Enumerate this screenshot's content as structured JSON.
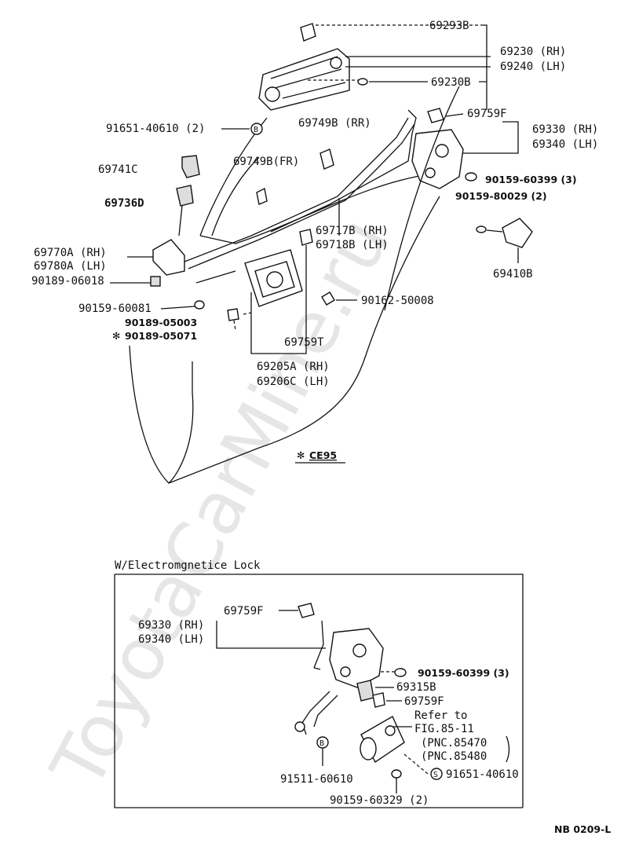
{
  "watermark": "ToyotaCarMine.ru",
  "labels": {
    "p69293B": "69293B",
    "p69230rh": "69230 (RH)",
    "p69240lh": "69240 (LH)",
    "p69230B": "69230B",
    "p69759F_top": "69759F",
    "p91651_top": "91651-40610 (2)",
    "p69749B_rr": "69749B (RR)",
    "p69330_top": "69330 (RH)",
    "p69340_top": "69340 (LH)",
    "p69749B_fr": "69749B(FR)",
    "p69741C": "69741C",
    "p90159_60399_top": "90159-60399 (3)",
    "p90159_80029": "90159-80029 (2)",
    "p69736D": "69736D",
    "p69717B": "69717B (RH)",
    "p69718B": "69718B (LH)",
    "p69770A": "69770A (RH)",
    "p69780A": "69780A (LH)",
    "p69410B": "69410B",
    "p90189_06018": "90189-06018",
    "p90159_60081": "90159-60081",
    "p90162_50008": "90162-50008",
    "p90189_05003": "90189-05003",
    "p90189_05071": "90189-05071",
    "p69759T": "69759T",
    "p69205A": "69205A (RH)",
    "p69206C": "69206C (LH)",
    "ce95": "CE95",
    "inset_title": "W/Electromgnetice Lock",
    "i69330": "69330 (RH)",
    "i69340": "69340 (LH)",
    "i69759F_a": "69759F",
    "i90159_60399": "90159-60399 (3)",
    "i69315B": "69315B",
    "i69759F_b": "69759F",
    "refer_to": "Refer to",
    "fig": "FIG.85-11",
    "pnc1": "(PNC.85470",
    "pnc2": "(PNC.85480",
    "i91511": "91511-60610",
    "i91651": "91651-40610",
    "i90159_60329": "90159-60329 (2)",
    "ref": "NB 0209-L"
  },
  "symbols": {
    "b_circle": "B",
    "s_circle": "S",
    "asterisk": "✻"
  }
}
